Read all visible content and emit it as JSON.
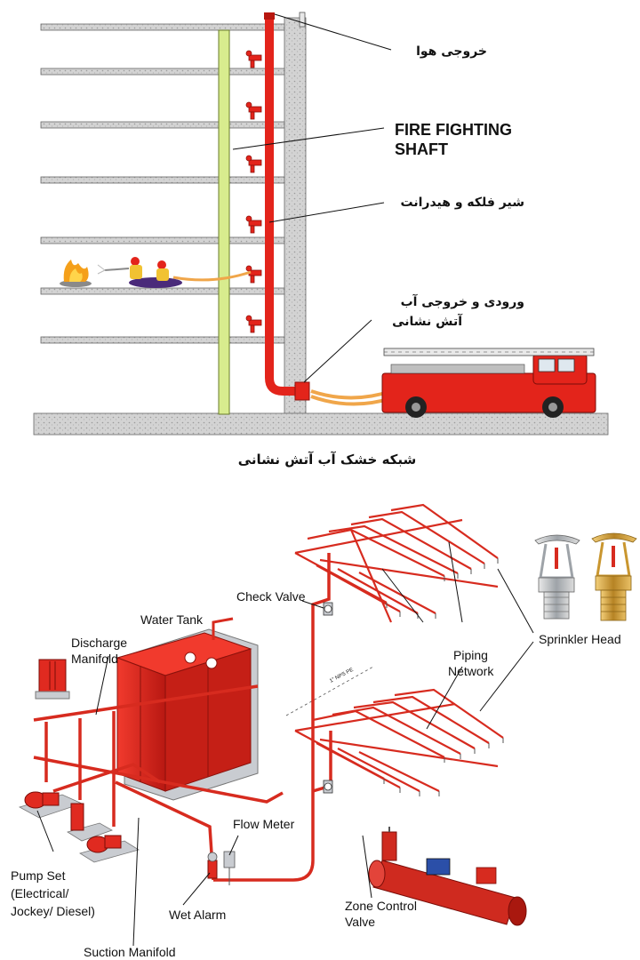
{
  "top_diagram": {
    "labels": {
      "air_outlet": "خروجی هوا",
      "shaft_line1": "FIRE FIGHTING",
      "shaft_line2": "SHAFT",
      "hose_valve": "شیر فلکه و هیدرانت",
      "inlet_line1": "ورودی و خروجی آب",
      "inlet_line2": "آتش نشانی"
    },
    "caption": "شبکه خشک آب آتش نشانی",
    "colors": {
      "riser": "#e3241b",
      "shaft": "#d8ec8e",
      "concrete": "#cfcfcf",
      "hose": "#f0a64a"
    }
  },
  "bottom_diagram": {
    "labels": {
      "check_valve": "Check Valve",
      "water_tank": "Water Tank",
      "discharge_line1": "Discharge",
      "discharge_line2": "Manifold",
      "piping_line1": "Piping",
      "piping_line2": "Network",
      "sprinkler_head": "Sprinkler Head",
      "flow_meter": "Flow Meter",
      "pump_line1": "Pump Set",
      "pump_line2": "(Electrical/",
      "pump_line3": "Jockey/ Diesel)",
      "wet_alarm": "Wet Alarm",
      "zone_line1": "Zone Control",
      "zone_line2": "Valve",
      "suction_manifold": "Suction Manifold",
      "pipe_spec": "1\" NPS PE"
    },
    "colors": {
      "pipe": "#d72b1f",
      "tank": "#e02a20",
      "base": "#c9ccd1",
      "brass": "#d9a645"
    }
  }
}
